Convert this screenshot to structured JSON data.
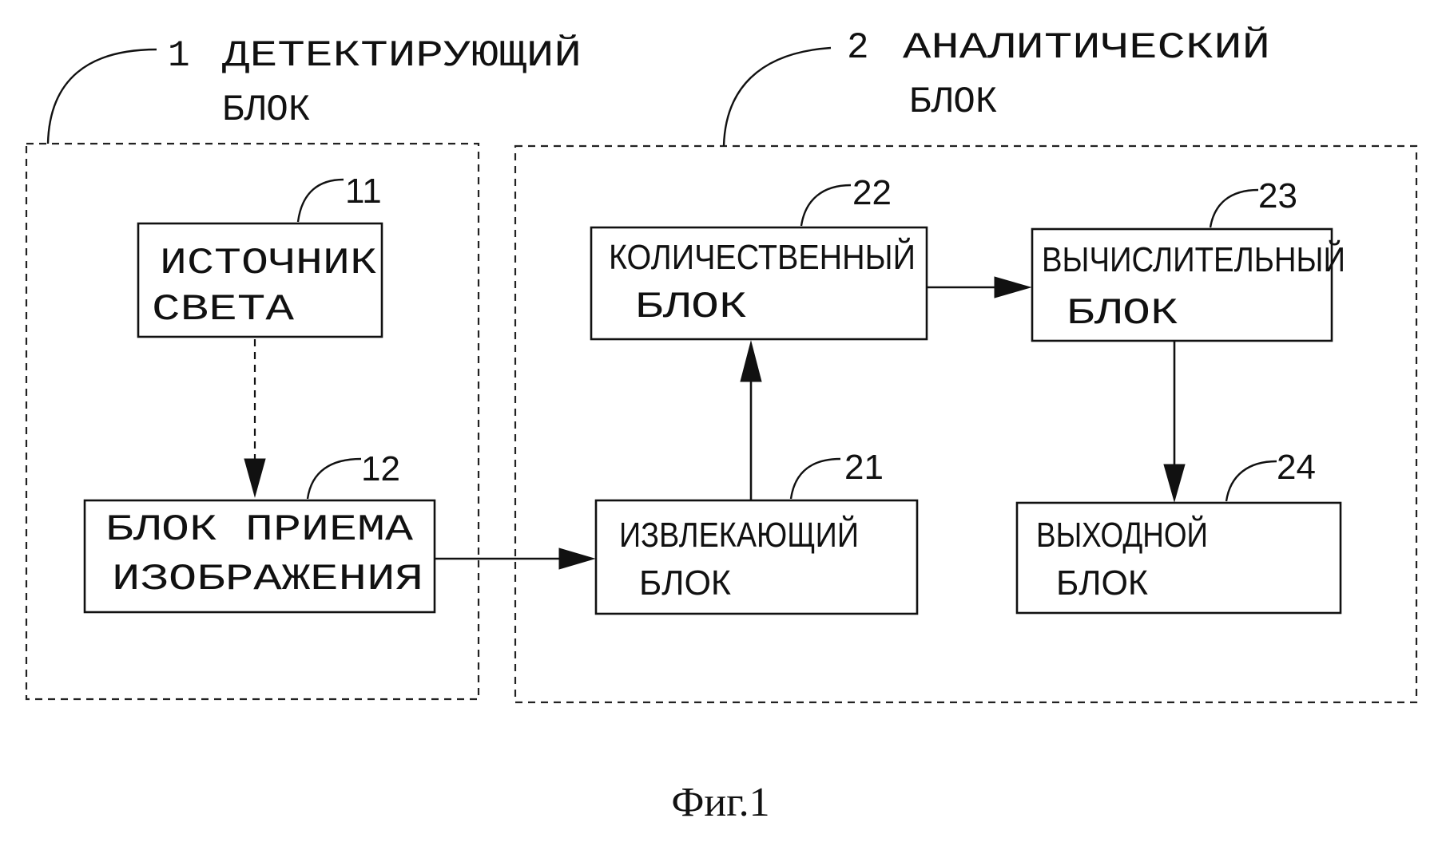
{
  "groups": {
    "detector": {
      "number": "1",
      "line1": "ДЕТЕКТИРУЮЩИЙ",
      "line2": "БЛОК"
    },
    "analytic": {
      "number": "2",
      "line1": "АНАЛИТИЧЕСКИЙ",
      "line2": "БЛОК"
    }
  },
  "blocks": {
    "light_source": {
      "number": "11",
      "line1": "ИСТОЧНИК",
      "line2": "СВЕТА"
    },
    "image_receiver": {
      "number": "12",
      "line1": "БЛОК ПРИЕМА",
      "line2": "ИЗОБРАЖЕНИЯ"
    },
    "extracting": {
      "number": "21",
      "line1": "ИЗВЛЕКАЮЩИЙ",
      "line2": "БЛОК"
    },
    "quantitative": {
      "number": "22",
      "line1": "КОЛИЧЕСТВЕННЫЙ",
      "line2": "БЛОК"
    },
    "computing": {
      "number": "23",
      "line1": "ВЫЧИСЛИТЕЛЬНЫЙ",
      "line2": "БЛОК"
    },
    "output": {
      "number": "24",
      "line1": "ВЫХОДНОЙ",
      "line2": "БЛОК"
    }
  },
  "caption": "Фиг.1"
}
